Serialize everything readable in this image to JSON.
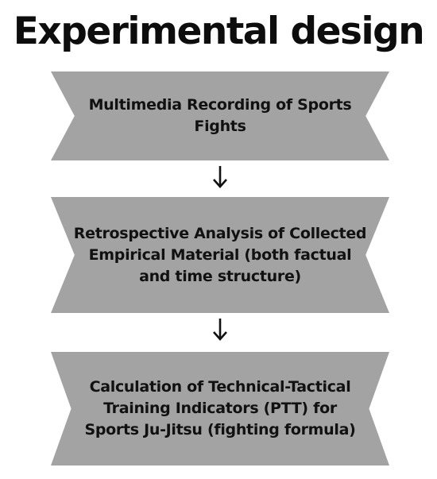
{
  "title": "Experimental design",
  "steps": [
    {
      "text": "Multimedia Recording of Sports Fights"
    },
    {
      "text": "Retrospective Analysis of Collected Empirical Material (both factual and time structure)"
    },
    {
      "text": "Calculation of Technical-Tactical Training Indicators (PTT) for Sports Ju-Jitsu (fighting formula)"
    }
  ],
  "colors": {
    "step_fill": "#a3a3a3",
    "text": "#111111",
    "arrow": "#111111"
  },
  "icons": {
    "connector": "arrow-down-icon"
  }
}
